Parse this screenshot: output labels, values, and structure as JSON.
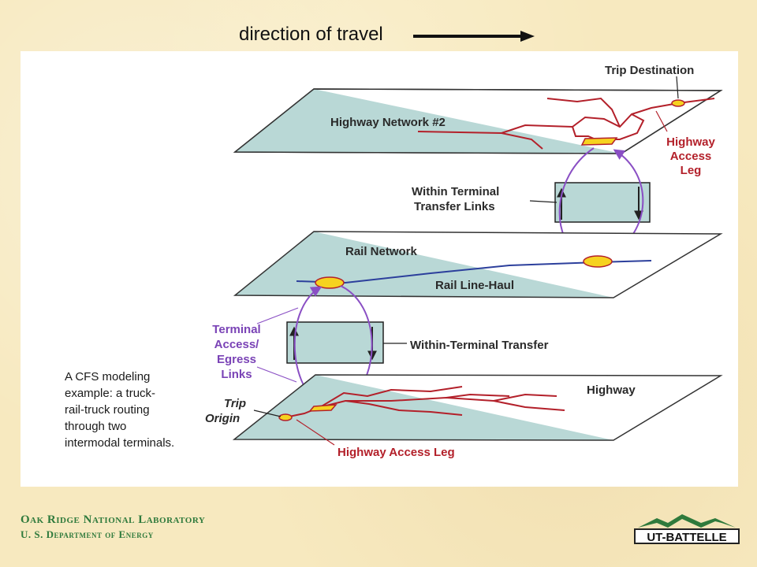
{
  "header": {
    "direction_label": "direction of travel"
  },
  "diagram": {
    "title_highway_network_2": "Highway Network #2",
    "trip_destination": "Trip Destination",
    "highway_access_leg_top": [
      "Highway",
      "Access",
      "Leg"
    ],
    "within_terminal_transfer_links": [
      "Within Terminal",
      "Transfer Links"
    ],
    "rail_network": "Rail Network",
    "rail_line_haul": "Rail Line-Haul",
    "terminal_access_egress_links": [
      "Terminal",
      "Access/",
      "Egress",
      "Links"
    ],
    "within_terminal_transfer": "Within-Terminal Transfer",
    "highway": "Highway",
    "trip_origin": [
      "Trip",
      "Origin"
    ],
    "highway_access_leg_bottom": "Highway Access Leg",
    "caption": [
      "A CFS modeling",
      "example: a truck-",
      "rail-truck routing",
      "through two",
      "intermodal terminals."
    ]
  },
  "colors": {
    "plane_fill": "#b9d8d6",
    "highway_line": "#b3202a",
    "rail_line": "#2c3f9c",
    "transfer_arc": "#8a4fc4",
    "terminal_fill": "#f6d21f",
    "footer_green": "#2f7a3c"
  },
  "footer": {
    "lab_name": "Oak Ridge National Laboratory",
    "department": "U. S. Department of Energy",
    "logo_text": "UT-BATTELLE"
  }
}
